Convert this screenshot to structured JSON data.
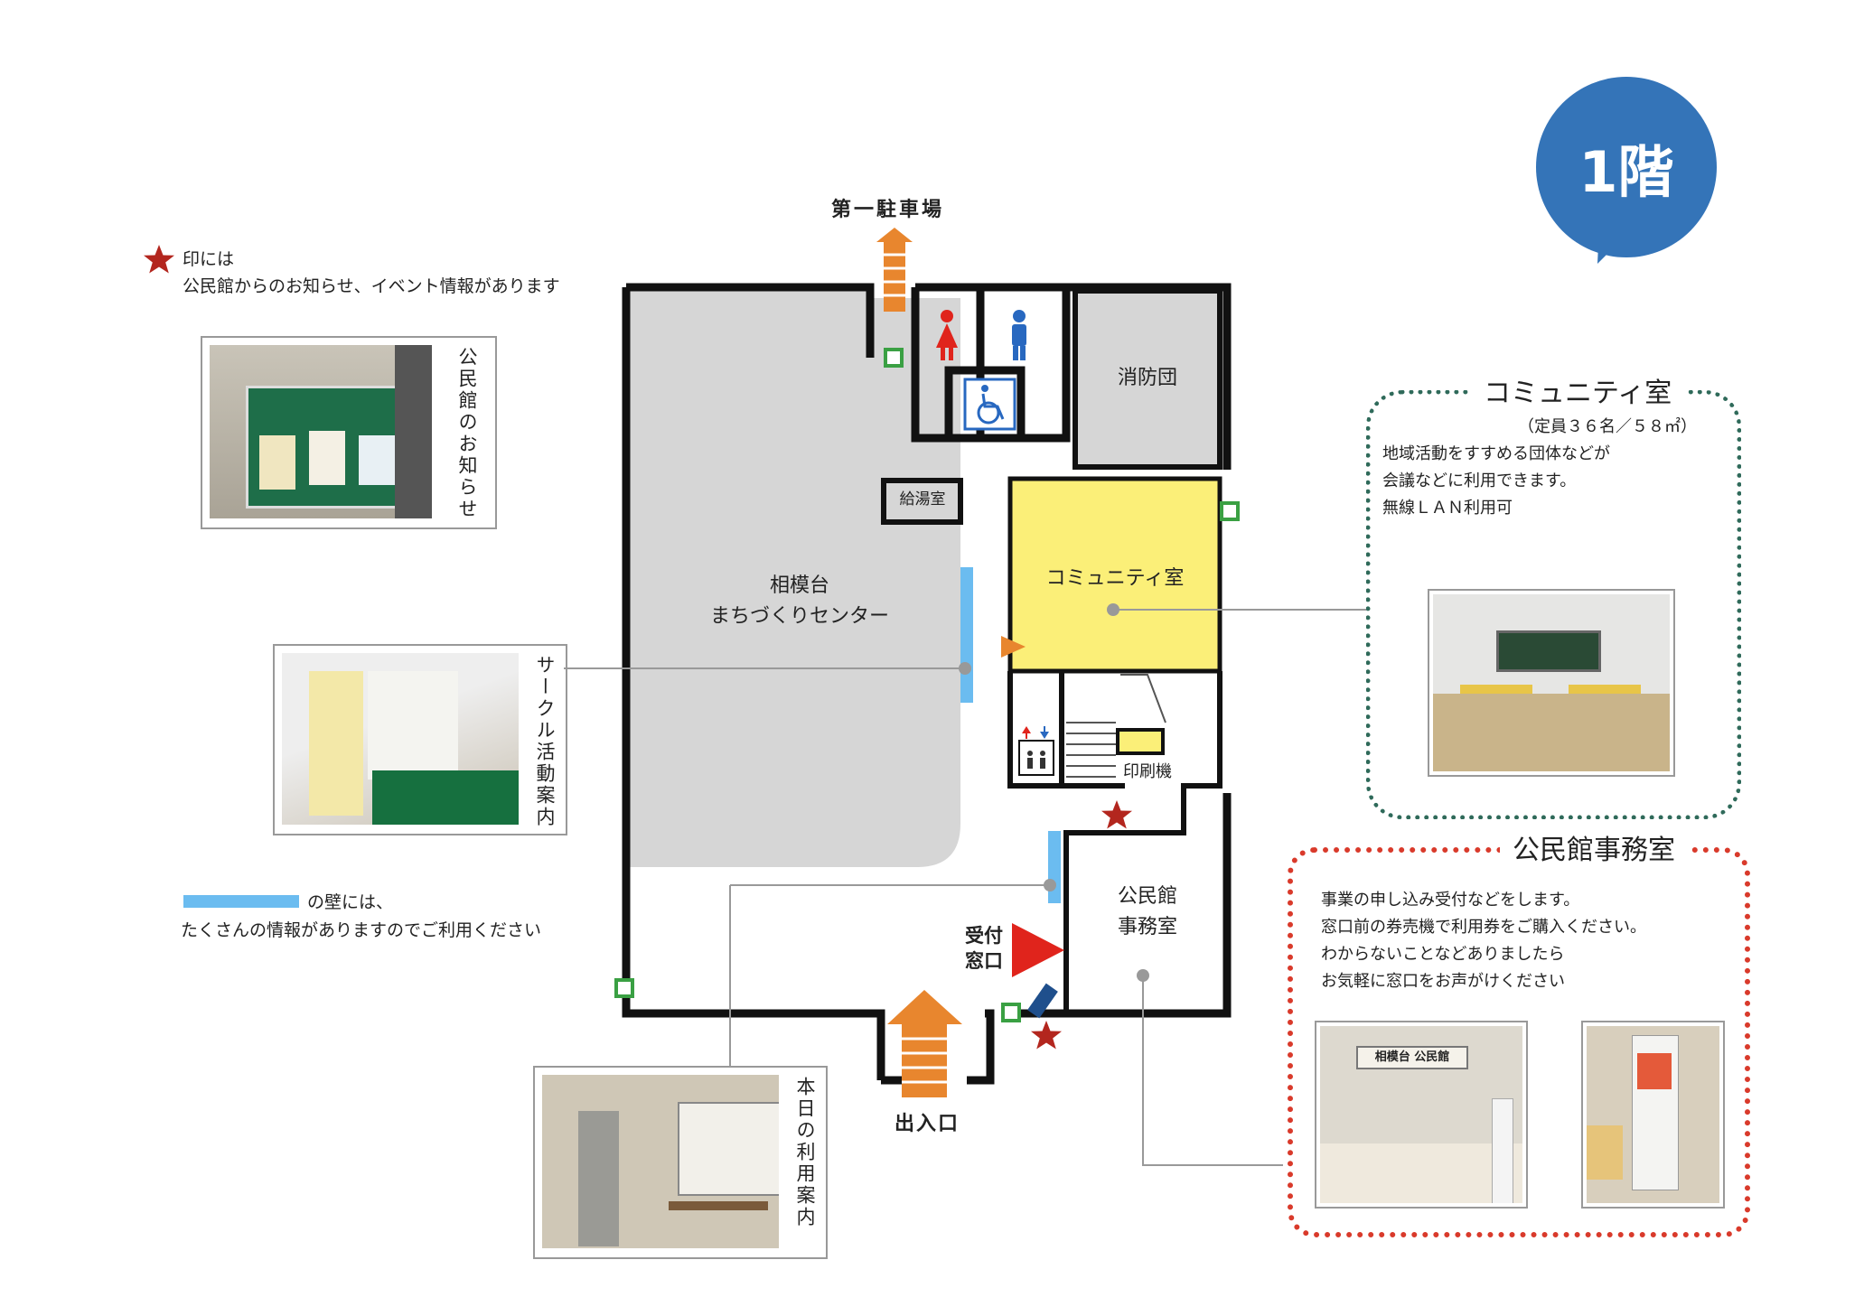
{
  "floor_badge": "1階",
  "parking_label": "第一駐車場",
  "entrance_label": "出入口",
  "reception_label_line1": "受付",
  "reception_label_line2": "窓口",
  "legend": {
    "star_line1": "印には",
    "star_line2": "公民館からのお知らせ、イベント情報があります",
    "wall_line1": "の壁には、",
    "wall_line2": "たくさんの情報がありますのでご利用ください"
  },
  "photo_captions": {
    "notices": "公民館のお知らせ",
    "circles": "サークル活動案内",
    "today": "本日の利用案内"
  },
  "rooms": {
    "center_line1": "相模台",
    "center_line2": "まちづくりセンター",
    "kyutou": "給湯室",
    "fire": "消防団",
    "community": "コミュニティ室",
    "printer": "印刷機",
    "office_line1": "公民館",
    "office_line2": "事務室"
  },
  "community_box": {
    "title": "コミュニティ室",
    "capacity": "（定員３６名／５８㎡）",
    "desc_line1": "地域活動をすすめる団体などが",
    "desc_line2": "会議などに利用できます。",
    "desc_line3": "無線ＬＡＮ利用可"
  },
  "office_box": {
    "title": "公民館事務室",
    "desc_line1": "事業の申し込み受付などをします。",
    "desc_line2": "窓口前の券売機で利用券をご購入ください。",
    "desc_line3": "わからないことなどありましたら",
    "desc_line4": "お気軽に窓口をお声がけください",
    "sign_text": "相模台 公民館"
  },
  "colors": {
    "badge": "#3474b8",
    "star": "#b3261e",
    "community": "#fbef78",
    "room_gray": "#d6d6d6",
    "info_wall": "#6bbcf0",
    "arrow_orange": "#e8862e",
    "reception_red": "#e0241c",
    "community_border": "#2f6a5a",
    "office_border": "#d93a2b"
  }
}
